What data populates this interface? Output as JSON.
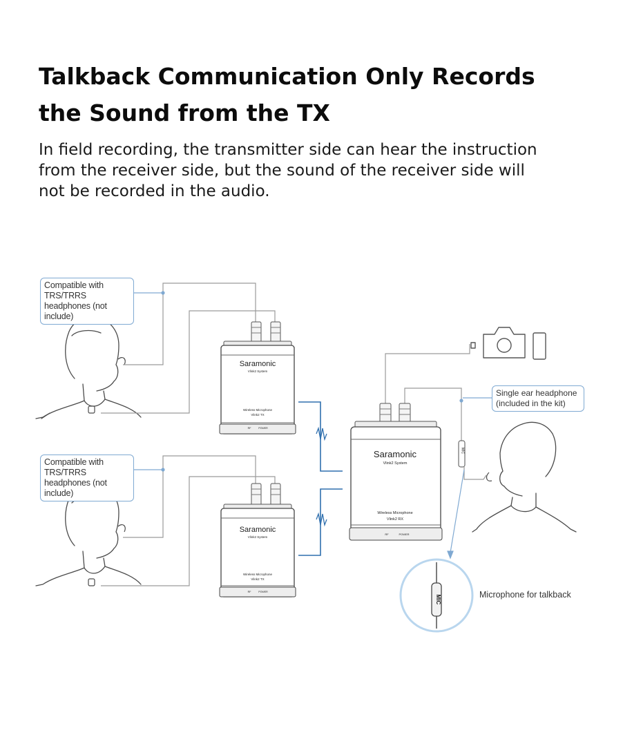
{
  "header": {
    "title_line1": "Talkback Communication Only Records",
    "title_line2": "the Sound from the TX",
    "subtitle_line1": "In field recording, the transmitter side can hear the instruction",
    "subtitle_line2": "from the receiver side, but the sound of the receiver side will",
    "subtitle_line3": "not be recorded in the audio."
  },
  "callouts": {
    "top_headphones_line1": "Compatible with TRS/TRRS",
    "top_headphones_line2": "headphones (not include)",
    "bottom_headphones_line1": "Compatible with TRS/TRRS",
    "bottom_headphones_line2": "headphones (not include)",
    "single_ear_line1": "Single ear headphone",
    "single_ear_line2": "(included in the kit)",
    "talkback_mic": "Microphone for talkback"
  },
  "devices": {
    "tx_top": {
      "brand": "Saramonic",
      "system": "Vlink2 System",
      "desc1": "Wireless Microphone",
      "desc2": "Vlink2 TX",
      "rf": "RF",
      "power": "POWER"
    },
    "tx_bottom": {
      "brand": "Saramonic",
      "system": "Vlink2 System",
      "desc1": "Wireless Microphone",
      "desc2": "Vlink2 TX",
      "rf": "RF",
      "power": "POWER"
    },
    "rx": {
      "brand": "Saramonic",
      "system": "Vlink2 System",
      "desc1": "Wireless Microphone",
      "desc2": "Vlink2 RX",
      "rf": "RF",
      "power": "POWER"
    }
  },
  "mic_label": "MIC",
  "colors": {
    "accent_blue": "#2f6fae",
    "callout_border": "#7fa9d2",
    "line_gray": "#9a9a9a",
    "sketch": "#4a4a4a"
  },
  "icons": [
    "camera-icon",
    "phone-icon",
    "person-icon",
    "lavalier-mic-icon",
    "wireless-signal-icon",
    "earphone-icon"
  ]
}
